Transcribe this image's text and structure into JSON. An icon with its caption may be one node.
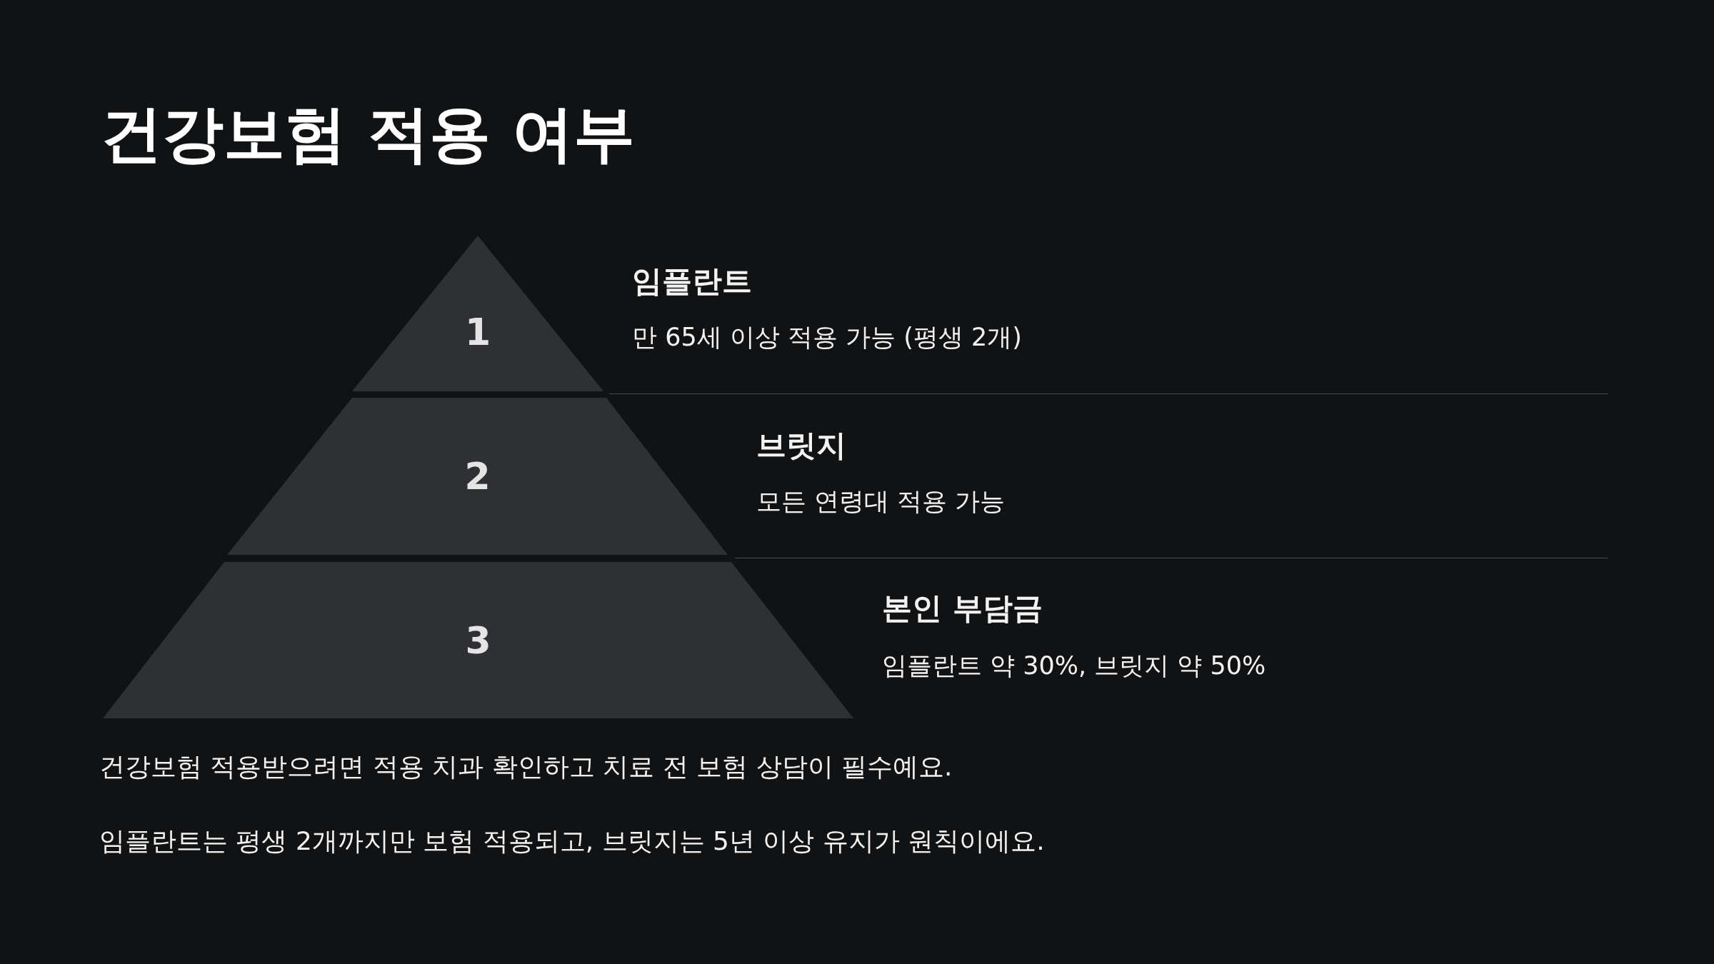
{
  "diagram": {
    "title": "건강보험 적용 여부",
    "nodes": [
      {
        "text": [
          "1"
        ],
        "beside": [
          "임플란트",
          "만 65세 이상 적용 가능 (평생 2개)"
        ]
      },
      {
        "text": [
          "2"
        ],
        "beside": [
          "브릿지",
          "모든 연령대 적용 가능"
        ]
      },
      {
        "text": [
          "3"
        ],
        "beside": [
          "본인 부담금",
          "임플란트 약 30%, 브릿지 약 50%"
        ]
      }
    ],
    "labels": [
      "건강보험 적용받으려면 적용 치과 확인하고 치료 전 보험 상담이 필수예요.",
      "임플란트는 평생 2개까지만 보험 적용되고, 브릿지는 5년 이상 유지가 원칙이에요."
    ]
  }
}
